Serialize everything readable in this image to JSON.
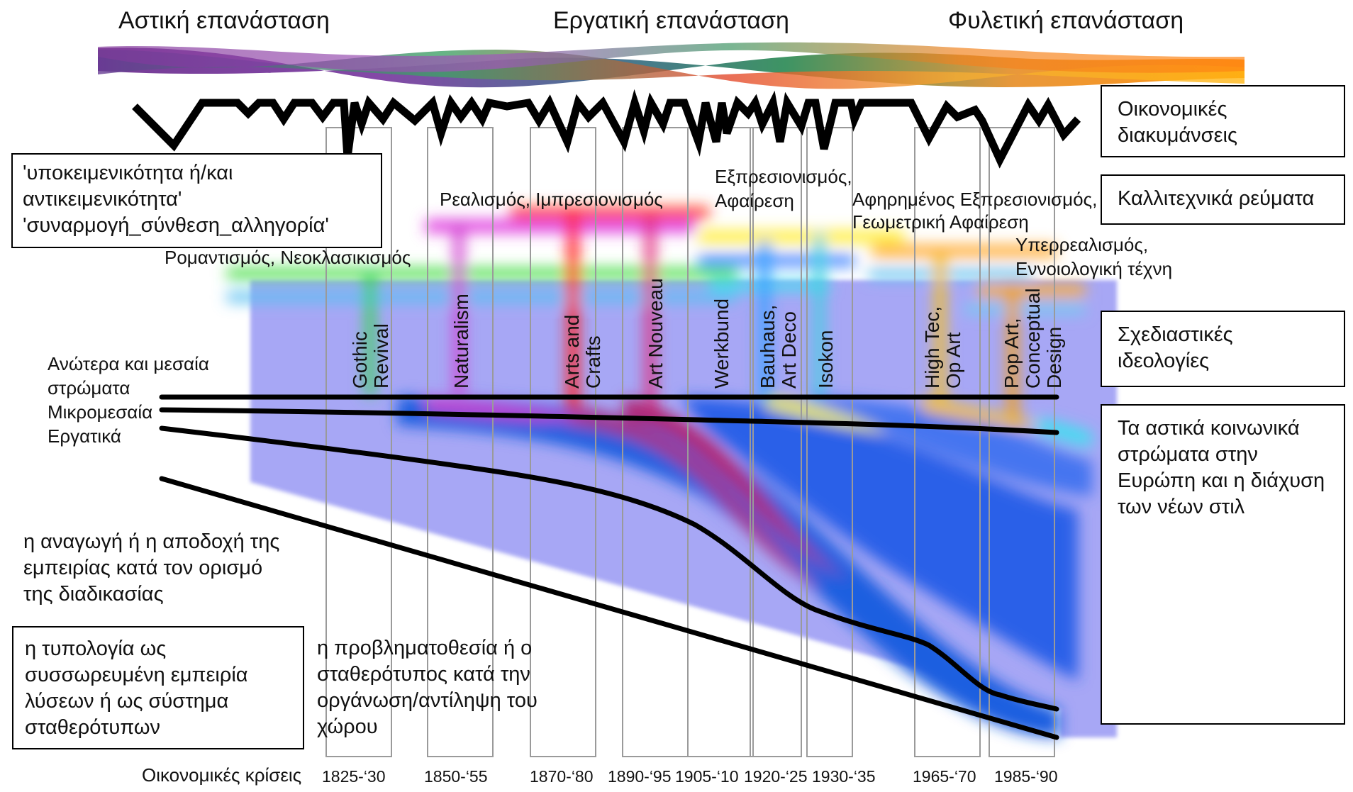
{
  "revolutions": [
    {
      "label": "Αστική επανάσταση"
    },
    {
      "label": "Εργατική  επανάσταση"
    },
    {
      "label": "Φυλετική επανάσταση"
    }
  ],
  "legend": {
    "economic": "Οικονομικές διακυμάνσεις",
    "artistic": "Καλλιτεχνικά ρεύματα",
    "design": "Σχεδιαστικές ιδεολογίες",
    "social": "Τα αστικά κοινωνικά στρώματα στην Ευρώπη και η διάχυση των νέων στιλ"
  },
  "concept_box": {
    "line1": "'υποκειμενικότητα ή/και",
    "line2": "αντικειμενικότητα'",
    "line3": "'συναρμογή_σύνθεση_αλληγορία'"
  },
  "art_movements": [
    {
      "label": "Ρομαντισμός, Νεοκλασικισμός"
    },
    {
      "label": "Ρεαλισμός, Ιμπρεσιονισμός"
    },
    {
      "label": "Εξπρεσιονισμός,"
    },
    {
      "label": "Αφαίρεση"
    },
    {
      "label": "Αφηρημένος Εξπρεσιονισμός,"
    },
    {
      "label": "Γεωμετρική Αφαίρεση"
    },
    {
      "label": "Υπερρεαλισμός,"
    },
    {
      "label": "Εννοιολογική τέχνη"
    }
  ],
  "design_ideologies": [
    {
      "line1": "Gothic",
      "line2": "Revival"
    },
    {
      "line1": "Naturalism",
      "line2": ""
    },
    {
      "line1": "Arts and",
      "line2": "Crafts"
    },
    {
      "line1": "Art Nouveau",
      "line2": ""
    },
    {
      "line1": "Werkbund",
      "line2": ""
    },
    {
      "line1": "Bauhaus,",
      "line2": "Art Deco"
    },
    {
      "line1": "Isokon",
      "line2": ""
    },
    {
      "line1": "High Tec,",
      "line2": "Op Art"
    },
    {
      "line1": "Pop Art,",
      "line2": "Conceptual",
      "line3": "Design"
    }
  ],
  "strata": {
    "upper1": "Ανώτερα και μεσαία",
    "upper2": "στρώματα",
    "lower_middle": "Μικρομεσαία",
    "working": "Εργατικά"
  },
  "notes": {
    "reduction1": "η αναγωγή ή η αποδοχή της",
    "reduction2": "εμπειρίας κατά τον ορισμό",
    "reduction3": "της διαδικασίας",
    "typology1": "η τυπολογία ως",
    "typology2": "συσσωρευμένη εμπειρία",
    "typology3": "λύσεων ή ως σύστημα",
    "typology4": "σταθερότυπων",
    "problem1": "η προβληματοθεσία ή ο",
    "problem2": "σταθερότυπος κατά την",
    "problem3": "οργάνωση/αντίληψη του",
    "problem4": "χώρου"
  },
  "crises": {
    "label": "Οικονομικές κρίσεις",
    "periods": [
      "1825-‘30",
      "1850-‘55",
      "1870-‘80",
      "1890-‘95",
      "1905-‘10",
      "1920-‘25",
      "1930-‘35",
      "1965-‘70",
      "1985-‘90"
    ]
  },
  "colors": {
    "bourgeois": "#6a2c8e",
    "working": "#2e8b57",
    "tribal": "#ff8c00",
    "strata_bg": "#a3a3f5",
    "diffusion_blue": "#1f5fe0",
    "diffusion_magenta": "#b2236e"
  }
}
